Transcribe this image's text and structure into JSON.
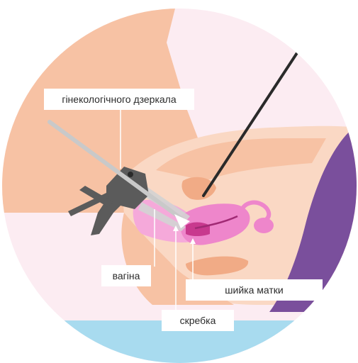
{
  "labels": {
    "speculum": "гінекологічного дзеркала",
    "vagina": "вагіна",
    "cervix": "шийка матки",
    "curette": "скребка"
  },
  "colors": {
    "background_circle": "#fcecf2",
    "skin": "#f7c2a4",
    "skin_light": "#fad8c4",
    "uterus": "#ee86cb",
    "cervix_dark": "#c8398e",
    "instrument": "#5b5b5b",
    "instrument_light": "#d3d3d3",
    "sheet": "#a8dbef",
    "gown": "#7a4f9c",
    "line": "#ffffff"
  }
}
